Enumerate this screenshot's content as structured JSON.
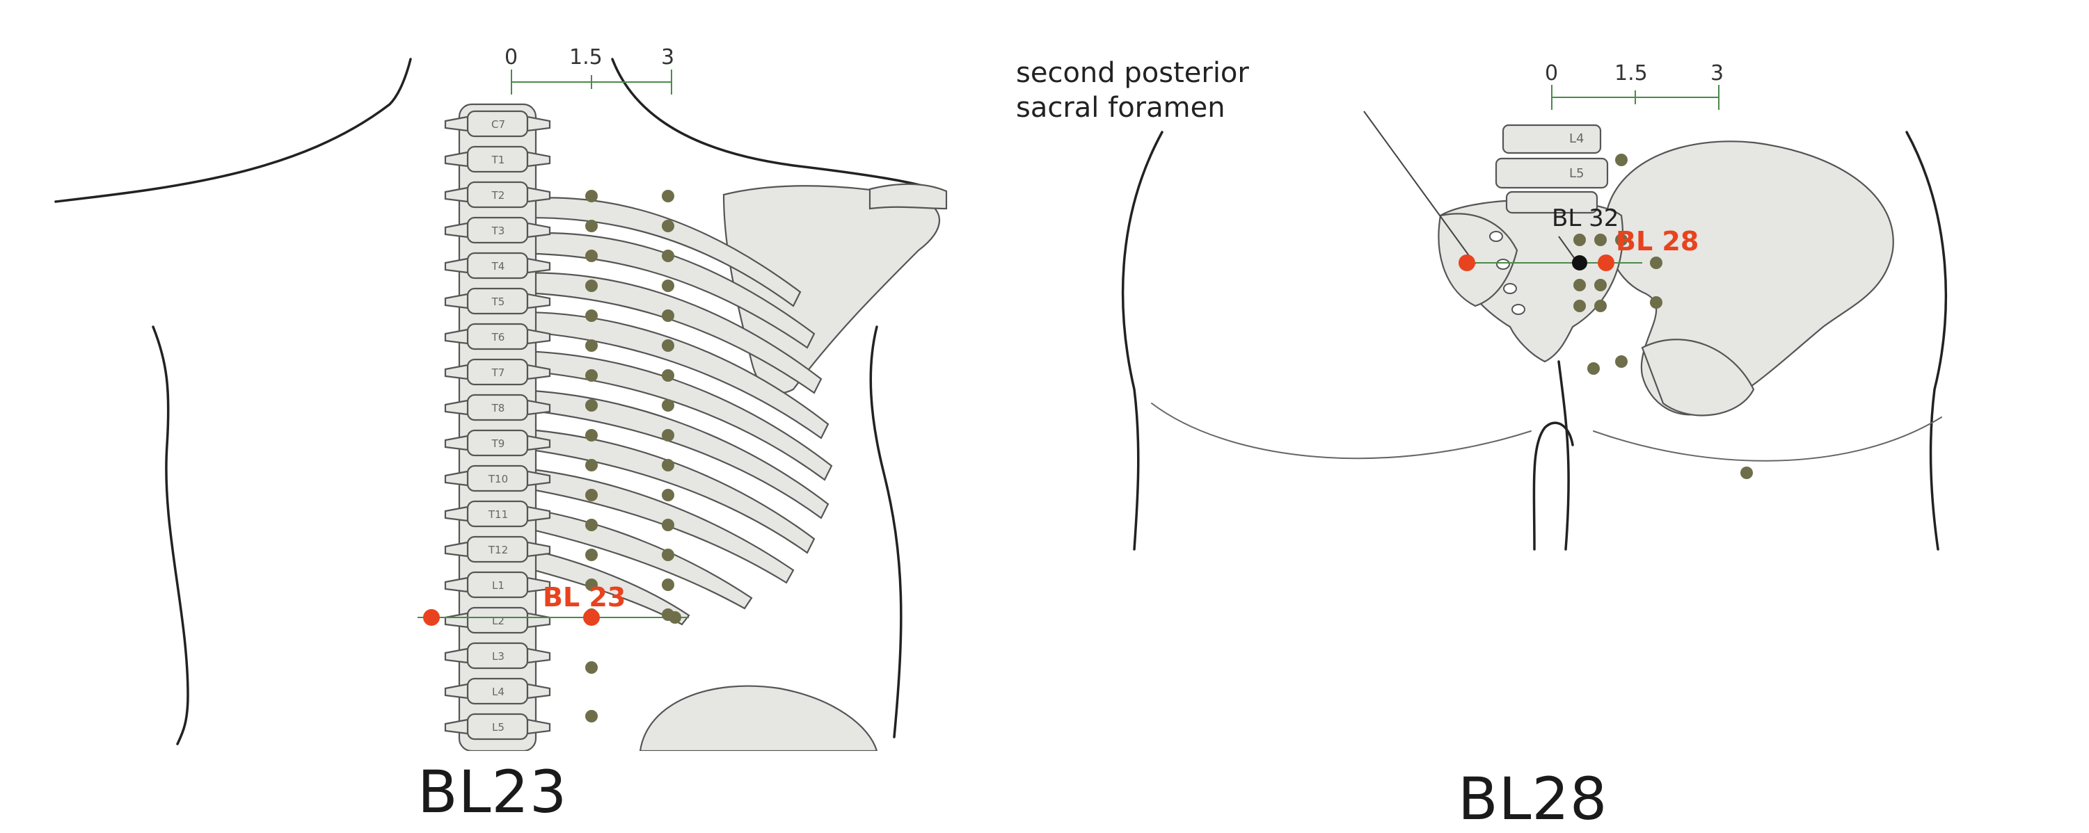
{
  "left_figure": {
    "caption": "BL23",
    "point_label": "BL 23",
    "scale": {
      "tick_0": "0",
      "tick_1": "1.5",
      "tick_2": "3"
    },
    "vertebra_labels": [
      "C7",
      "T1",
      "T2",
      "T3",
      "T4",
      "T5",
      "T6",
      "T7",
      "T8",
      "T9",
      "T10",
      "T11",
      "T12",
      "L1",
      "L2",
      "L3",
      "L4",
      "L5"
    ]
  },
  "right_figure": {
    "caption": "BL28",
    "point_label": "BL 28",
    "secondary_label": "BL 32",
    "annotation_line1": "second posterior",
    "annotation_line2": "sacral foramen",
    "scale": {
      "tick_0": "0",
      "tick_1": "1.5",
      "tick_2": "3"
    },
    "vertebra_labels": [
      "L4",
      "L5"
    ]
  },
  "colors": {
    "highlight": "#e8431e",
    "acupoint": "#6e6e4a",
    "bone_fill": "#e6e6e3"
  }
}
